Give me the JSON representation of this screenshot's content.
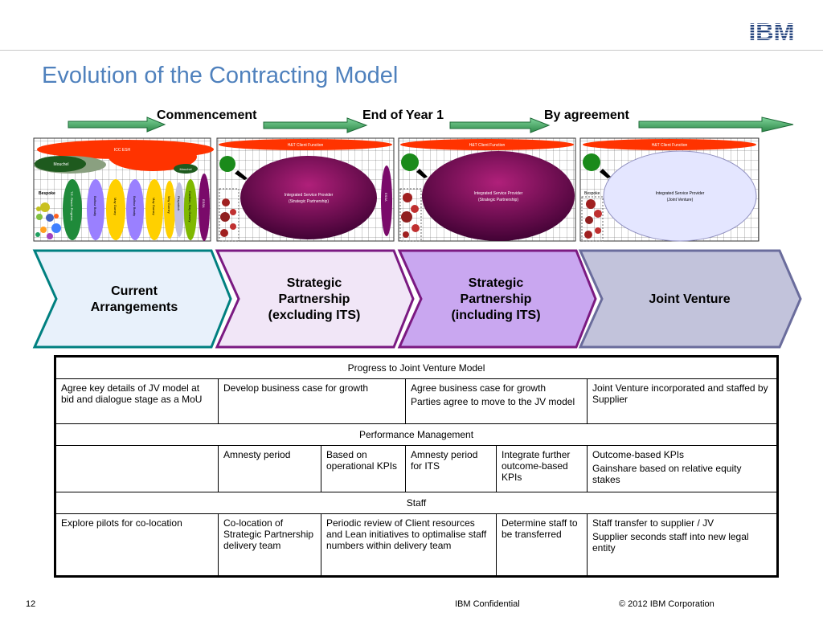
{
  "header": {
    "title": "Evolution of the Contracting Model",
    "logo_text": "IBM"
  },
  "timeline": {
    "headings": [
      "Commencement",
      "End of Year 1",
      "By agreement"
    ]
  },
  "panels": [
    {
      "top_banner": "ICC ESH",
      "ovals": [
        "Mouchel",
        "Mouchel",
        "Bespoke",
        "T.E. Reach Progress",
        "Balfour Beatty",
        "May Gurney",
        "Balfour Beatty",
        "May Gurney",
        "May Gurney",
        "Fitzpatrick",
        "Carillion, May Gurney",
        "ESSA"
      ]
    },
    {
      "top_banner": "H&T Client Function",
      "main_oval": [
        "Integrated Service Provider",
        "(Strategic Partnership)"
      ],
      "side_label": "ESSA"
    },
    {
      "top_banner": "H&T Client Function",
      "main_oval": [
        "Integrated Service Provider",
        "(Strategic Partnership)"
      ]
    },
    {
      "top_banner": "H&T Client Function",
      "side_label": "Bespoke",
      "main_oval": [
        "Integrated Service Provider",
        "(Joint Venture)"
      ]
    }
  ],
  "stages": [
    {
      "label": "Current\nArrangements",
      "fill": "#e8f1fb",
      "stroke": "#008080"
    },
    {
      "label": "Strategic\nPartnership\n(excluding ITS)",
      "fill": "#f1e6f7",
      "stroke": "#7b1a82"
    },
    {
      "label": "Strategic\nPartnership\n(including ITS)",
      "fill": "#c9a7f0",
      "stroke": "#7b1a82"
    },
    {
      "label": "Joint Venture",
      "fill": "#c2c3db",
      "stroke": "#6a6c9c"
    }
  ],
  "table": {
    "section1": "Progress to Joint Venture Model",
    "row1": [
      [
        "Agree key details of JV model at bid and dialogue stage as a MoU"
      ],
      [
        "Develop business case for growth"
      ],
      [
        "Agree business case for growth",
        "Parties agree to move to the JV model"
      ],
      [
        "Joint Venture incorporated and staffed by Supplier"
      ]
    ],
    "section2": "Performance Management",
    "row2": [
      [
        ""
      ],
      [
        "Amnesty period"
      ],
      [
        "Based on operational KPIs"
      ],
      [
        "Amnesty period for ITS"
      ],
      [
        "Integrate further outcome-based KPIs"
      ],
      [
        "Outcome-based KPIs",
        "Gainshare based on relative equity stakes"
      ]
    ],
    "section3": "Staff",
    "row3": [
      [
        "Explore pilots for co-location"
      ],
      [
        "Co-location of Strategic Partnership delivery team"
      ],
      [
        "Periodic review of Client resources and Lean initiatives to optimalise staff numbers within delivery team"
      ],
      [
        "Determine staff to be transferred"
      ],
      [
        "Staff transfer to supplier / JV",
        "Supplier seconds staff into new legal entity"
      ]
    ]
  },
  "footer": {
    "page_number": "12",
    "confidentiality": "IBM Confidential",
    "copyright": "© 2012 IBM Corporation"
  },
  "colors": {
    "title": "#4f81bd",
    "arrow_green": "#3a9a5a",
    "banner_red": "#ff3300",
    "oval_purple": "#6a0a5a"
  }
}
